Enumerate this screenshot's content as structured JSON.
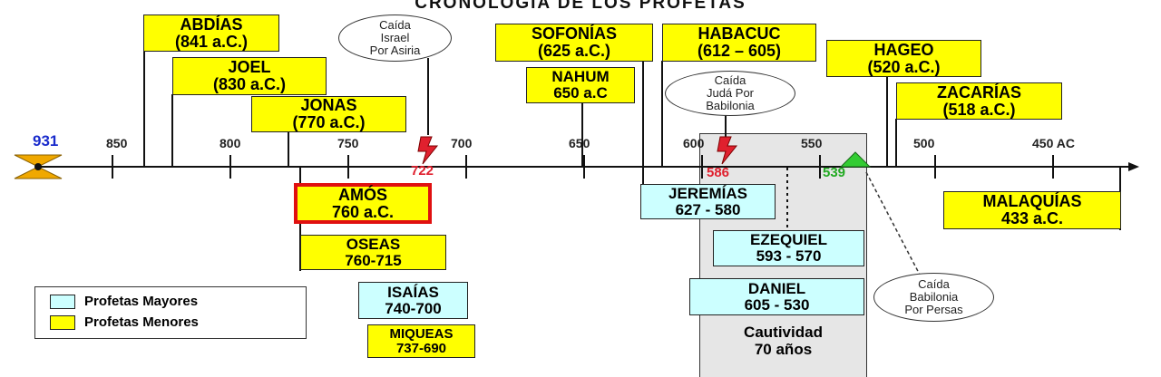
{
  "title": "CRONOLOGÍA DE LOS PROFETAS",
  "start_year": "931",
  "axis_end_label": "450 AC",
  "tick_labels": [
    "850",
    "800",
    "750",
    "700",
    "650",
    "600",
    "550",
    "500"
  ],
  "events": {
    "israel_fall": {
      "year": "722",
      "bubble": [
        "Caída",
        "Israel",
        "Por Asiria"
      ]
    },
    "juda_fall": {
      "year": "586",
      "bubble": [
        "Caída",
        "Judá Por",
        "Babilonia"
      ]
    },
    "babylon_fall": {
      "year": "539",
      "bubble": [
        "Caída",
        "Babilonia",
        "Por Persas"
      ]
    }
  },
  "captivity": {
    "line1": "Cautividad",
    "line2": "70 años"
  },
  "prophets": {
    "abdias": {
      "name": "ABDÍAS",
      "date": "(841 a.C.)",
      "type": "menor"
    },
    "joel": {
      "name": "JOEL",
      "date": "(830 a.C.)",
      "type": "menor"
    },
    "jonas": {
      "name": "JONAS",
      "date": "(770 a.C.)",
      "type": "menor"
    },
    "amos": {
      "name": "AMÓS",
      "date": "760 a.C.",
      "type": "menor",
      "highlighted": true
    },
    "oseas": {
      "name": "OSEAS",
      "date": "760-715",
      "type": "menor"
    },
    "isaias": {
      "name": "ISAÍAS",
      "date": "740-700",
      "type": "mayor"
    },
    "miqueas": {
      "name": "MIQUEAS",
      "date": "737-690",
      "type": "menor"
    },
    "sofonias": {
      "name": "SOFONÍAS",
      "date": "(625 a.C.)",
      "type": "menor"
    },
    "nahum": {
      "name": "NAHUM",
      "date": "650 a.C",
      "type": "menor"
    },
    "habacuc": {
      "name": "HABACUC",
      "date": "(612 – 605)",
      "type": "menor"
    },
    "jeremias": {
      "name": "JEREMÍAS",
      "date": "627 - 580",
      "type": "mayor"
    },
    "ezequiel": {
      "name": "EZEQUIEL",
      "date": "593 - 570",
      "type": "mayor"
    },
    "daniel": {
      "name": "DANIEL",
      "date": "605 - 530",
      "type": "mayor"
    },
    "hageo": {
      "name": "HAGEO",
      "date": "(520 a.C.)",
      "type": "menor"
    },
    "zacarias": {
      "name": "ZACARÍAS",
      "date": "(518 a.C.)",
      "type": "menor"
    },
    "malaquias": {
      "name": "MALAQUÍAS",
      "date": "433 a.C.",
      "type": "menor"
    }
  },
  "legend": {
    "mayores": "Profetas Mayores",
    "menores": "Profetas Menores"
  },
  "colors": {
    "minor": "#ffff00",
    "major": "#ccffff",
    "highlight": "#e01010",
    "event_red": "#e0202e",
    "event_green": "#22aa22",
    "start_blue": "#1a2ccc",
    "start_marker": "#f0a800"
  }
}
